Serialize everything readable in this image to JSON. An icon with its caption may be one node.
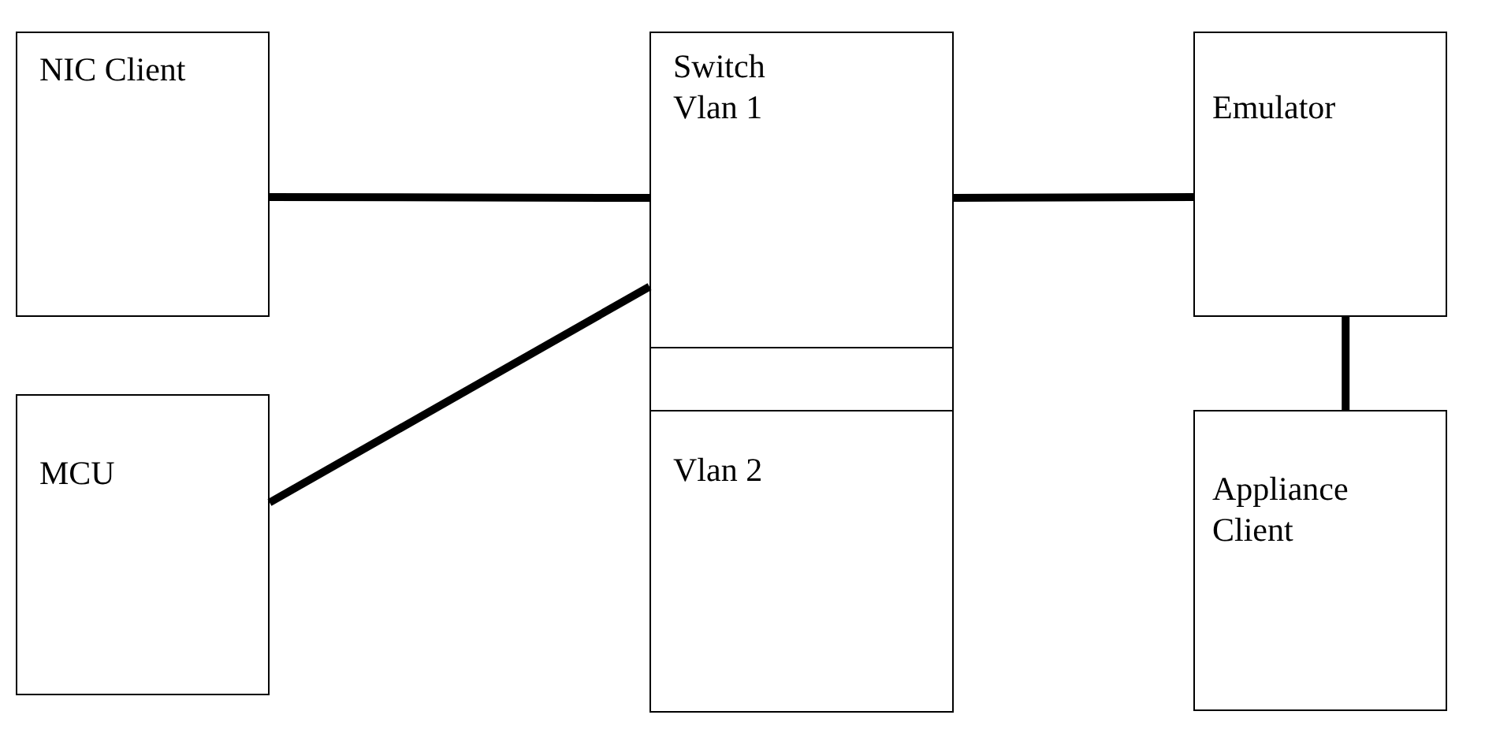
{
  "diagram": {
    "nodes": [
      {
        "text": [
          "NIC Client"
        ]
      },
      {
        "text": [
          "MCU"
        ]
      },
      {
        "text": [
          "Switch",
          "Vlan 1"
        ]
      },
      {
        "text": [],
        "shape": "box"
      },
      {
        "text": [
          "Vlan 2"
        ]
      },
      {
        "text": [
          "Emulator"
        ]
      },
      {
        "text": [
          "Appliance Client"
        ]
      }
    ],
    "edges": [
      {
        "from": 0,
        "to": 2,
        "arrow": "none"
      },
      {
        "from": 1,
        "to": 2,
        "arrow": "none"
      },
      {
        "from": 2,
        "to": 5,
        "arrow": "none"
      },
      {
        "from": 5,
        "to": 6,
        "arrow": "none"
      }
    ]
  }
}
